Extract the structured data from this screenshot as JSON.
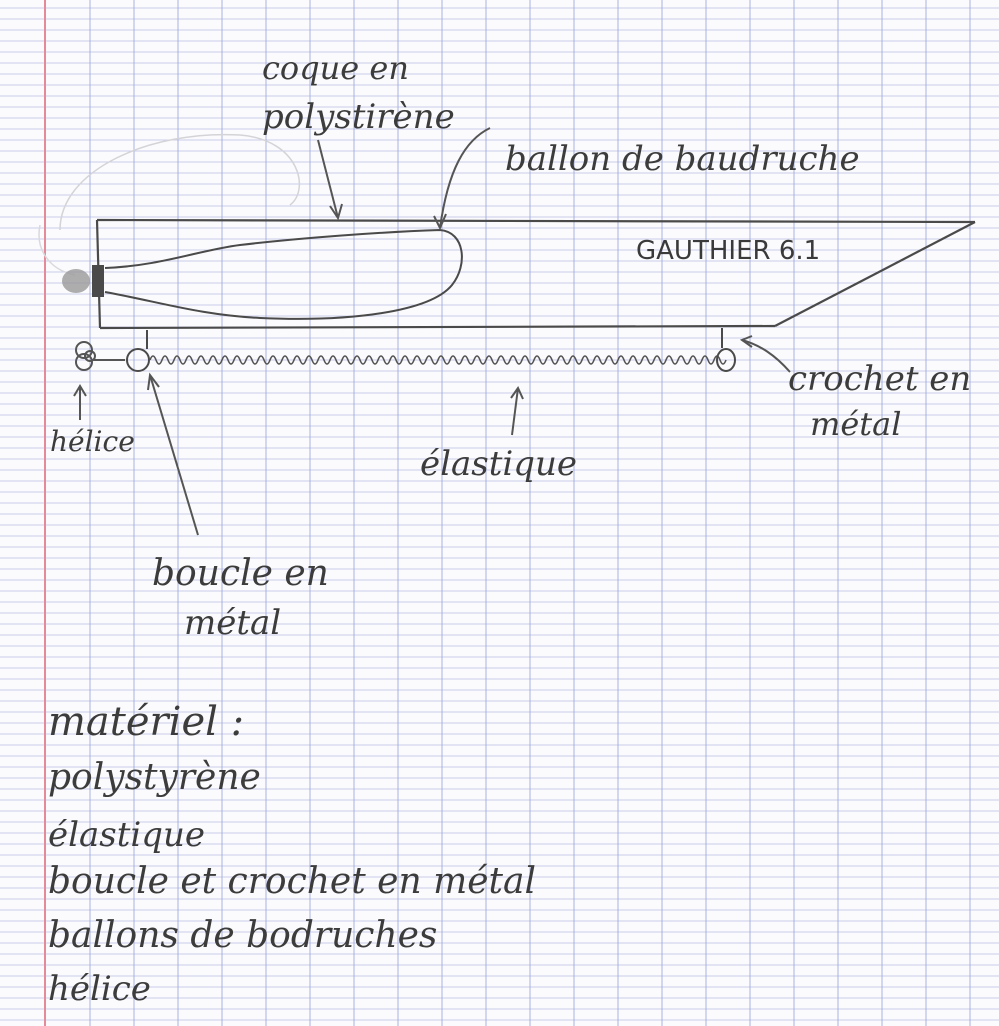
{
  "labels": {
    "coque_line1": "coque en",
    "coque_line2": "polystirène",
    "ballon": "ballon de baudruche",
    "title": "GAUTHIER 6.1",
    "crochet_line1": "crochet en",
    "crochet_line2": "métal",
    "helice": "hélice",
    "elastique": "élastique",
    "boucle_line1": "boucle en",
    "boucle_line2": "métal"
  },
  "materials": {
    "heading": "matériel :",
    "items": [
      "polystyrène",
      "élastique",
      "boucle et crochet en métal",
      "ballons de bodruches",
      "hélice"
    ]
  },
  "colors": {
    "paper": "#fbfbfd",
    "grid_line": "#c9cde9",
    "grid_line_strong": "#aab0df",
    "margin_line": "#e58a99",
    "pencil": "#3c3c3c"
  }
}
